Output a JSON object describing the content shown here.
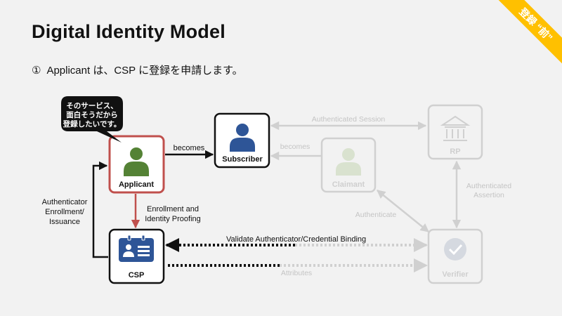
{
  "slide": {
    "title": "Digital Identity Model",
    "subtitle_num": "①",
    "subtitle": "Applicant は、CSP に登録を申請します。",
    "ribbon": "登録 “前”"
  },
  "bubble": {
    "lines": [
      "そのサービス、",
      "面白そうだから",
      "登録したいです。"
    ]
  },
  "nodes": {
    "applicant": "Applicant",
    "subscriber": "Subscriber",
    "claimant": "Claimant",
    "csp": "CSP",
    "rp": "RP",
    "verifier": "Verifier"
  },
  "edges": {
    "becomes_1": "becomes",
    "becomes_2": "becomes",
    "enrollment": [
      "Enrollment and",
      "Identity Proofing"
    ],
    "authenticator": [
      "Authenticator",
      "Enrollment/",
      "Issuance"
    ],
    "authenticated_session": "Authenticated Session",
    "authenticated_assertion": [
      "Authenticated",
      "Assertion"
    ],
    "authenticate": "Authenticate",
    "validate": "Validate Authenticator/Credential Binding",
    "attributes": "Attributes"
  },
  "colors": {
    "background": "#f2f2f2",
    "applicant_border": "#c0504d",
    "applicant_icon": "#548235",
    "subscriber_icon": "#2e5597",
    "csp_icon": "#2e5597",
    "faded": "#d0d0d0",
    "ribbon": "#ffc000"
  }
}
